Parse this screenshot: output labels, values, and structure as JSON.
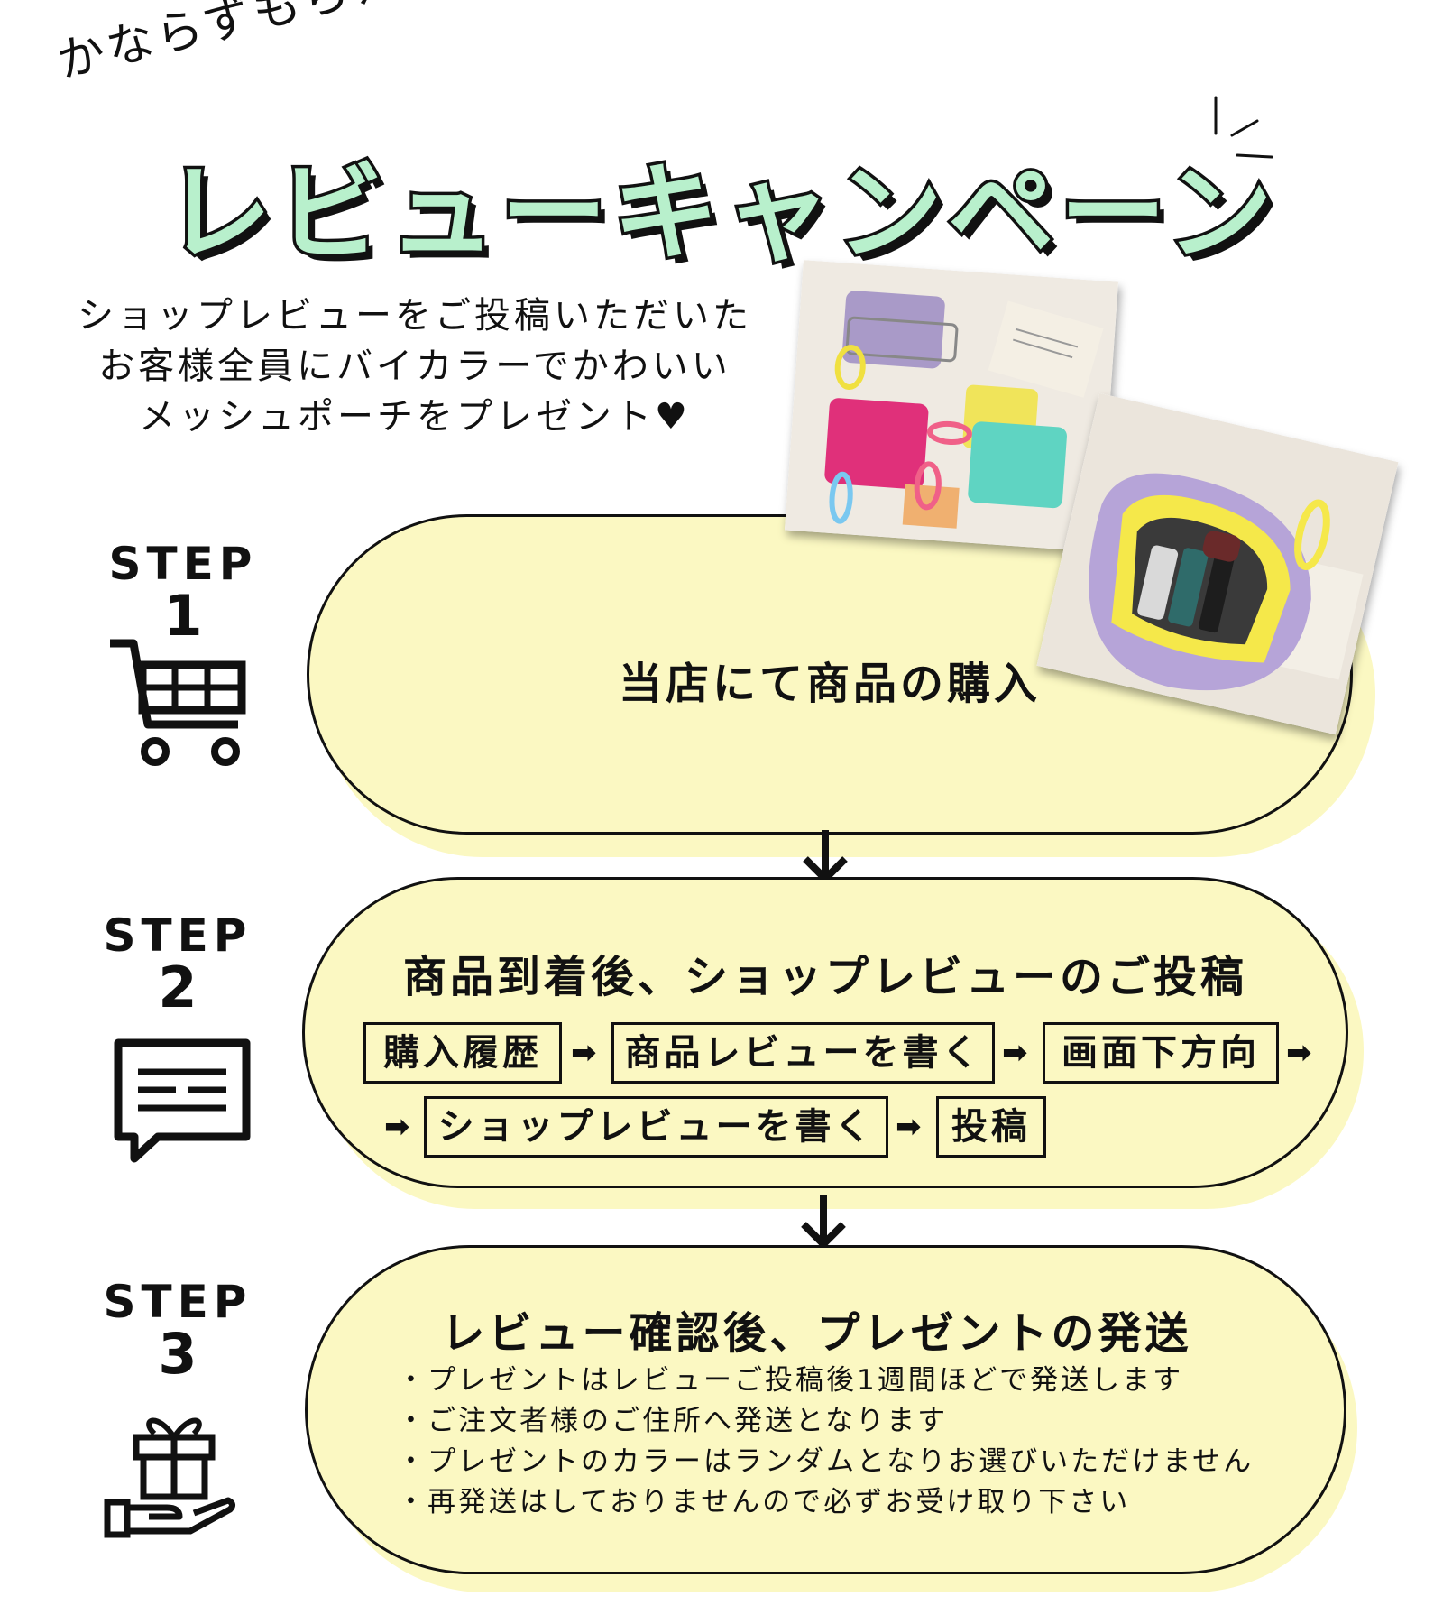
{
  "header": {
    "subtitle": "かならずもらえる",
    "title": "レビューキャンペーン"
  },
  "intro": {
    "lines": [
      "ショップレビューをご投稿いただいた",
      "お客様全員にバイカラーでかわいい",
      "メッシュポーチをプレゼント♥"
    ]
  },
  "steps": [
    {
      "word": "STEP",
      "number": "1",
      "icon": "shopping-cart-icon",
      "title": "当店にて商品の購入"
    },
    {
      "word": "STEP",
      "number": "2",
      "icon": "chat-bubble-icon",
      "title": "商品到着後、ショップレビューのご投稿",
      "flow": [
        "購入履歴",
        "商品レビューを書く",
        "画面下方向",
        "ショップレビューを書く",
        "投稿"
      ],
      "arrow": "➡"
    },
    {
      "word": "STEP",
      "number": "3",
      "icon": "gift-hand-icon",
      "title": "レビュー確認後、プレゼントの発送",
      "notes": [
        "・プレゼントはレビューご投稿後1週間ほどで発送します",
        "・ご注文者様のご住所へ発送となります",
        "・プレゼントのカラーはランダムとなりお選びいただけません",
        "・再発送はしておりませんので必ずお受け取り下さい"
      ]
    }
  ],
  "colors": {
    "card_fill": "#fbf8c2",
    "title_fill": "#b8f0cc",
    "ink": "#111111"
  }
}
